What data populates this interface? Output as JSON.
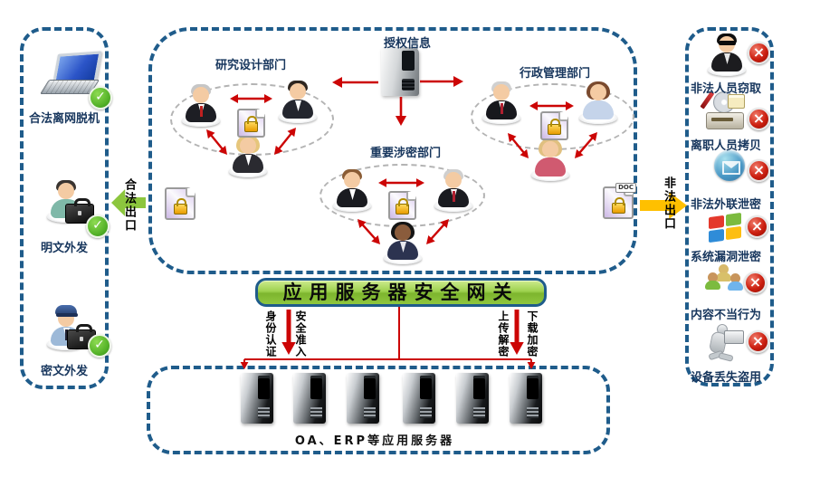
{
  "left_panel": {
    "items": [
      {
        "icon": "laptop-icon",
        "label": "合法离网脱机",
        "status": "allowed"
      },
      {
        "icon": "person-briefcase-icon",
        "label": "明文外发",
        "status": "allowed"
      },
      {
        "icon": "police-briefcase-icon",
        "label": "密文外发",
        "status": "allowed"
      }
    ]
  },
  "legal_exit": {
    "label": "合法出口"
  },
  "illegal_exit": {
    "label": "非法出口"
  },
  "auth_server": {
    "label": "授权信息",
    "icon": "server-tower-icon"
  },
  "departments": [
    {
      "title": "研究设计部门",
      "members": [
        "gray-hair-man",
        "dark-hair-man",
        "blonde-woman"
      ],
      "icon": "locked-file-icon"
    },
    {
      "title": "行政管理部门",
      "members": [
        "gray-hair-man",
        "brown-hair-woman",
        "pink-blonde-woman"
      ],
      "icon": "locked-file-icon"
    },
    {
      "title": "重要涉密部门",
      "members": [
        "brown-hair-man",
        "gray-hair-man",
        "dark-skin-woman"
      ],
      "icon": "locked-file-icon"
    }
  ],
  "doc_file": {
    "tag": "DOC",
    "icon": "locked-doc-file-icon"
  },
  "gateway": {
    "label": "应用服务器安全网关"
  },
  "flows": [
    {
      "label": "身份认证"
    },
    {
      "label": "安全准入"
    },
    {
      "label": "上传解密"
    },
    {
      "label": "下载加密"
    }
  ],
  "server_farm": {
    "label": "OA、ERP等应用服务器",
    "server_count": 6
  },
  "right_panel": {
    "items": [
      {
        "icon": "hacker-icon",
        "label": "非法人员窃取",
        "status": "blocked"
      },
      {
        "icon": "disk-copy-icon",
        "label": "离职人员拷贝",
        "status": "blocked"
      },
      {
        "icon": "mail-circle-icon",
        "label": "非法外联泄密",
        "status": "blocked"
      },
      {
        "icon": "windows-logo-icon",
        "label": "系统漏洞泄密",
        "status": "blocked"
      },
      {
        "icon": "user-group-icon",
        "label": "内容不当行为",
        "status": "blocked"
      },
      {
        "icon": "device-carry-icon",
        "label": "设备丢失盗用",
        "status": "blocked"
      }
    ]
  },
  "colors": {
    "dashed_border": "#1F5C8B",
    "arrow_red": "#CC0505",
    "gateway_green": "#8DC63F",
    "legal_green": "#8CC63E",
    "illegal_yellow": "#FFC000",
    "label_navy": "#17365D"
  }
}
